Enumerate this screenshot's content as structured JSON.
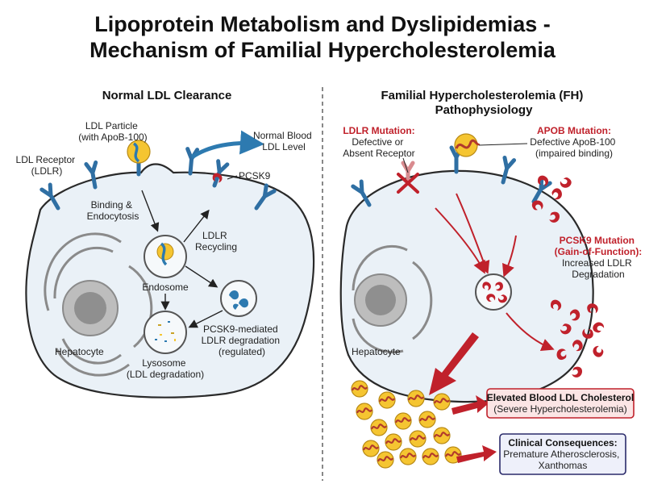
{
  "title": {
    "line1": "Lipoprotein Metabolism and Dyslipidemias -",
    "line2": "Mechanism of Familial Hypercholesterolemia"
  },
  "left": {
    "header": "Normal LDL Clearance",
    "ldl_particle": [
      "LDL Particle",
      "(with ApoB-100)"
    ],
    "ldl_receptor": [
      "LDL Receptor",
      "(LDLR)"
    ],
    "normal_blood": [
      "Normal Blood",
      "LDL Level"
    ],
    "pcsk9": "PCSK9",
    "binding": [
      "Binding &",
      "Endocytosis"
    ],
    "recycling": [
      "LDLR",
      "Recycling"
    ],
    "endosome": "Endosome",
    "pcsk9_degradation": [
      "PCSK9-mediated",
      "LDLR degradation",
      "(regulated)"
    ],
    "lysosome": [
      "Lysosome",
      "(LDL degradation)"
    ],
    "hepatocyte": "Hepatocyte"
  },
  "right": {
    "header": [
      "Familial Hypercholesterolemia (FH)",
      "Pathophysiology"
    ],
    "ldlr_mutation": {
      "title": "LDLR Mutation:",
      "lines": [
        "Defective or",
        "Absent Receptor"
      ]
    },
    "apob_mutation": {
      "title": "APOB Mutation:",
      "lines": [
        "Defective ApoB-100",
        "(impaired binding)"
      ]
    },
    "pcsk9_mutation": {
      "title": [
        "PCSK9 Mutation",
        "(Gain-of-Function):"
      ],
      "lines": [
        "Increased LDLR",
        "Degradation"
      ]
    },
    "hepatocyte": "Hepatocyte",
    "elevated_box": {
      "title": "Elevated Blood LDL Cholesterol",
      "sub": "(Severe Hypercholesterolemia)"
    },
    "clinical_box": {
      "title": "Clinical Consequences:",
      "lines": [
        "Premature Atherosclerosis,",
        "Xanthomas"
      ]
    }
  },
  "colors": {
    "receptor": "#2f6fa3",
    "ldl_yellow": "#f5c531",
    "apob_blue": "#2d7ab0",
    "apob_red": "#b23a2c",
    "pcsk9_red": "#c0212b",
    "arrow_blue": "#2d7ab0",
    "cell_fill": "#eaf1f7",
    "cell_stroke": "#2a2a2a"
  },
  "icons": [
    "ldl-particle-icon",
    "ldl-receptor-icon",
    "pcsk9-icon",
    "nucleus-icon",
    "endoplasmic-reticulum-icon",
    "endosome-icon",
    "lysosome-icon"
  ]
}
